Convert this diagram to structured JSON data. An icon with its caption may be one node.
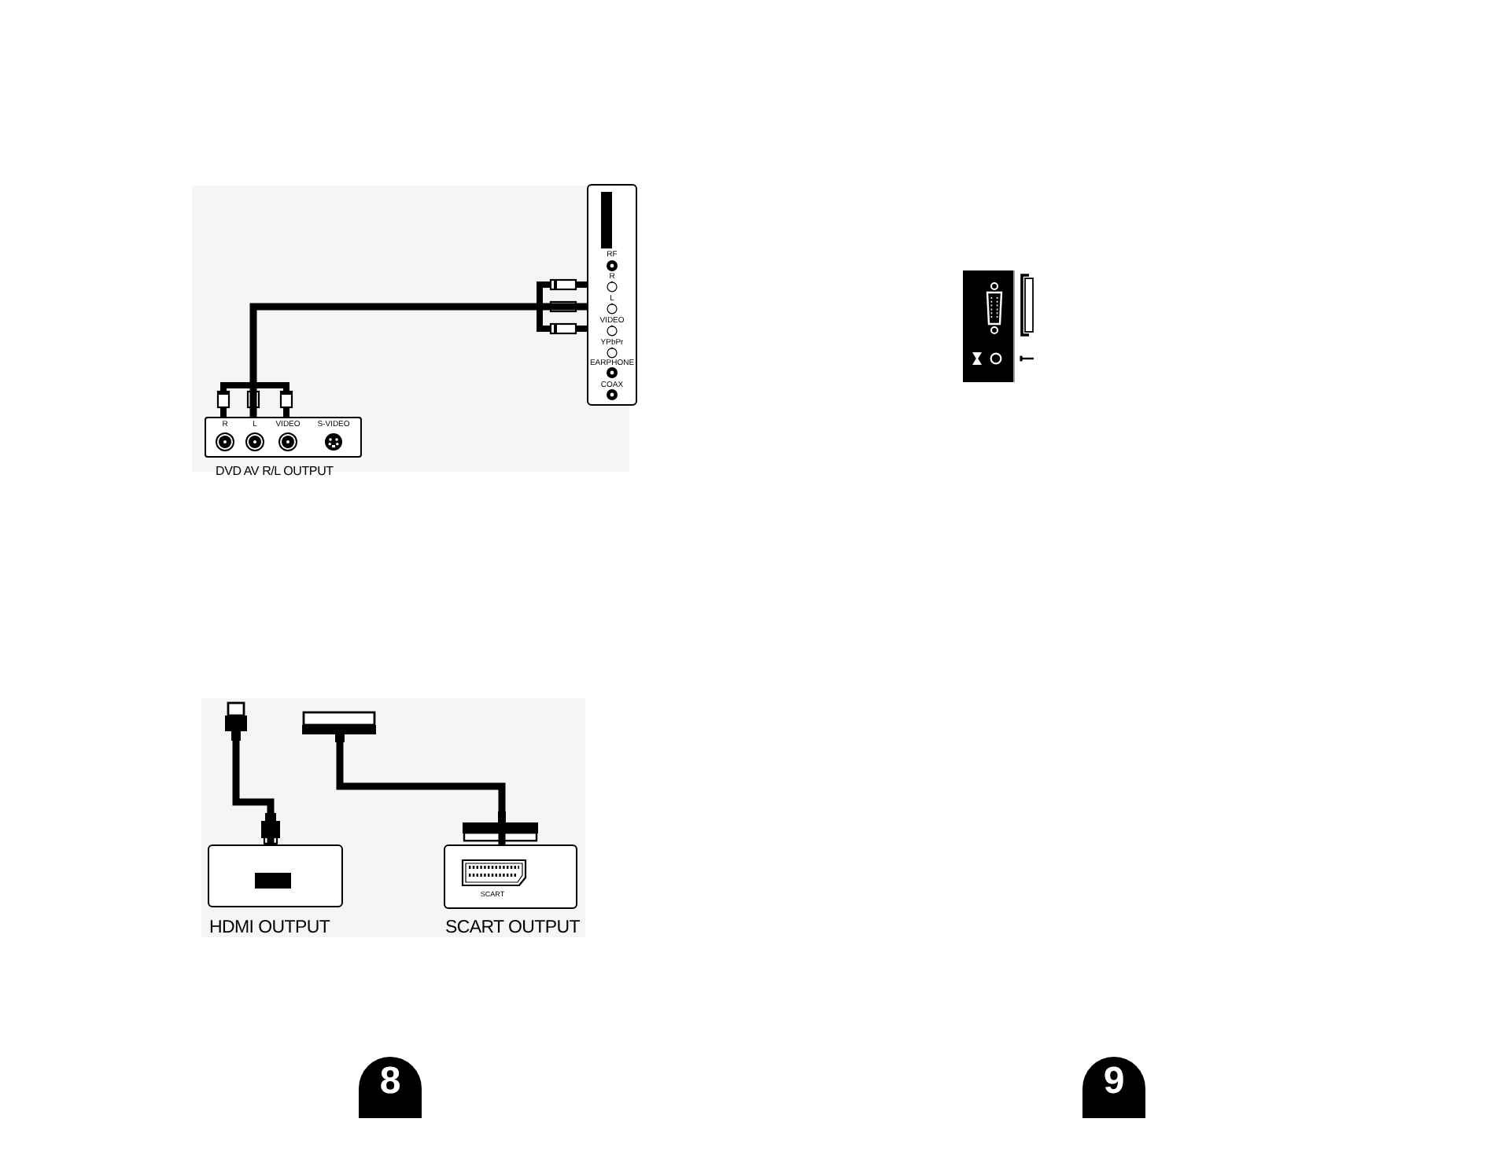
{
  "diagram": {
    "nodes": [
      {
        "text": [
          "R",
          "L",
          "VIDEO",
          "S-VIDEO",
          "DVD AV R/L OUTPUT"
        ]
      },
      {
        "text": [
          "RF",
          "R",
          "L",
          "VIDEO",
          "YPbPr",
          "EARPHONE",
          "COAX"
        ]
      },
      {
        "text": [
          "HDMI OUTPUT"
        ]
      },
      {
        "text": [
          "SCART",
          "SCART OUTPUT"
        ]
      },
      {
        "text": [
          "8"
        ]
      },
      {
        "text": [],
        "shape": "picture"
      },
      {
        "text": [
          "9"
        ]
      }
    ],
    "edges": [
      {
        "from": 0,
        "to": 1,
        "arrow": "other"
      },
      {
        "from": null,
        "to": 2,
        "arrow": "other"
      },
      {
        "from": null,
        "to": 3,
        "arrow": "other"
      }
    ]
  }
}
